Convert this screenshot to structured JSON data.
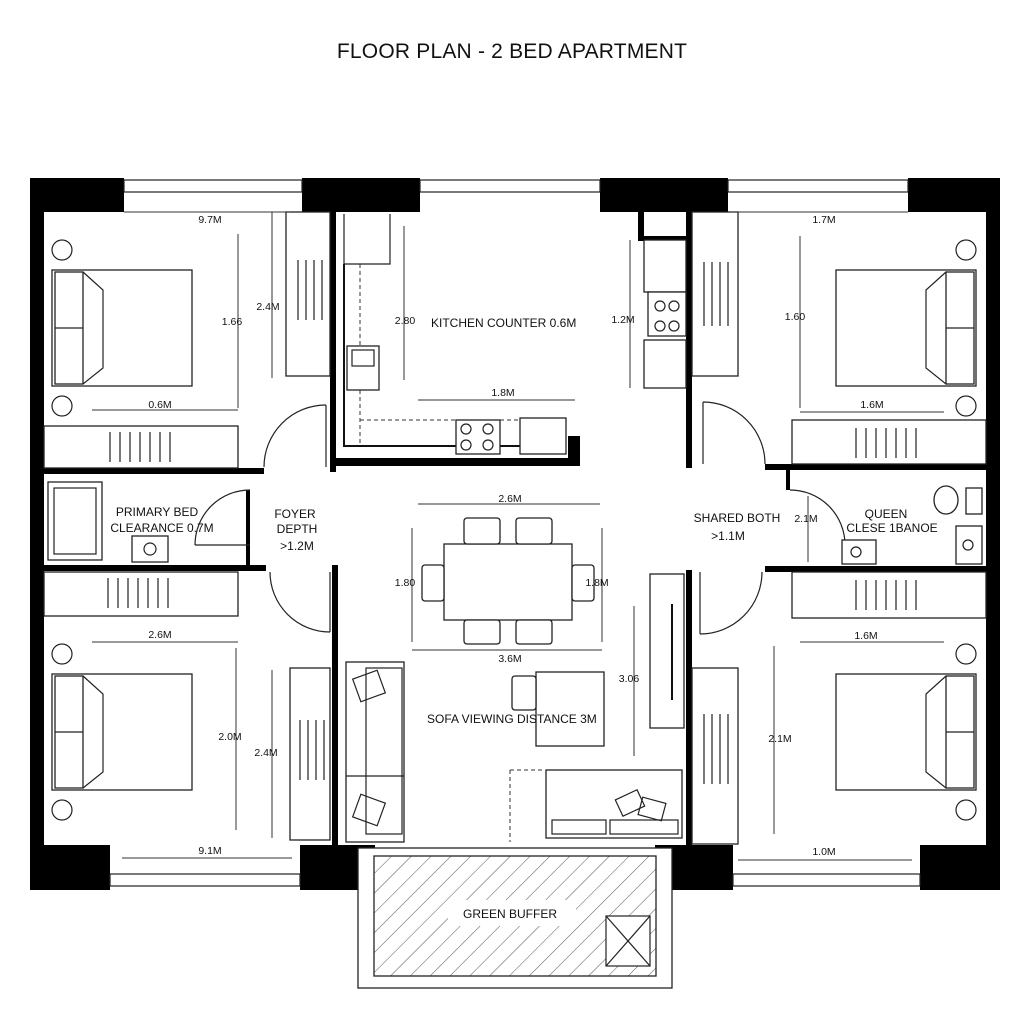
{
  "title": "FLOOR PLAN - 2 BED APARTMENT",
  "labels": {
    "kitchen_counter": "KITCHEN COUNTER 0.6M",
    "primary_bed_1": "PRIMARY BED",
    "primary_bed_2": "CLEARANCE 0.7M",
    "foyer_1": "FOYER",
    "foyer_2": "DEPTH",
    "foyer_3": ">1.2M",
    "shared_bath_1": "SHARED BOTH",
    "shared_bath_2": ">1.1M",
    "queen_1": "QUEEN",
    "queen_2": "CLESE 1BANOE",
    "sofa": "SOFA VIEWING DISTANCE 3M",
    "green_buffer": "GREEN BUFFER"
  },
  "dimensions": {
    "tl_width": "9.7M",
    "tl_height": "1.66",
    "tl_wardrobe": "2.4M",
    "tl_bed": "0.6M",
    "kitchen_h": "2.80",
    "kitchen_w": "1.8M",
    "kitchen_r": "1.2M",
    "tr_width": "1.7M",
    "tr_height": "1.60",
    "tr_bed": "1.6M",
    "dining_w": "2.6M",
    "dining_h": "1.80",
    "dining_r": "1.8M",
    "dining_b": "3.6M",
    "living_r": "3.06",
    "bath_h": "2.1M",
    "bl_width": "2.6M",
    "bl_height": "2.0M",
    "bl_wardrobe": "2.4M",
    "bl_bottom": "9.1M",
    "br_width": "1.6M",
    "br_height": "2.1M",
    "br_bottom": "1.0M"
  }
}
